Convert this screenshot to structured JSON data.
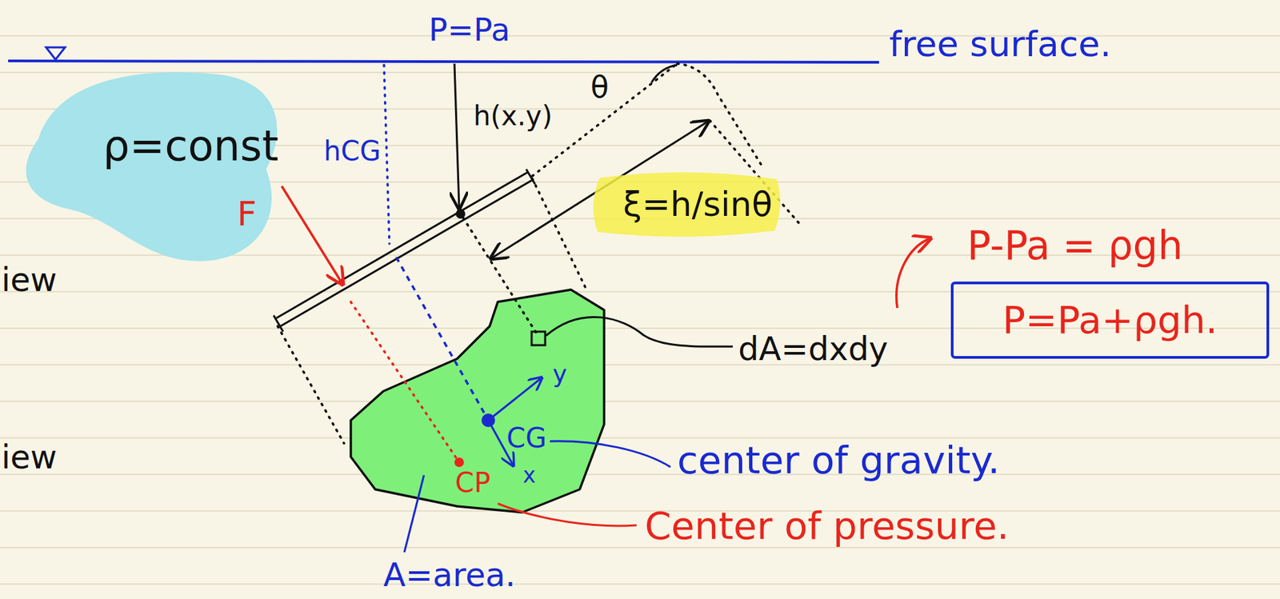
{
  "diagram": {
    "nodes": [
      {
        "text": [
          "ρ=const"
        ]
      },
      {
        "text": [
          "ξ=h/sinθ"
        ]
      },
      {
        "text": [
          "P=Pa+ρgh."
        ]
      }
    ],
    "labels": [
      "P=Pa",
      "free surface.",
      "h(x.y)",
      "hCG",
      "θ",
      "F",
      "P-Pa = ρgh",
      "dA=dxdy",
      "iew",
      "iew",
      "y",
      "x",
      "CG",
      "CP",
      "center of gravity.",
      "Center of pressure.",
      "A=area."
    ]
  }
}
